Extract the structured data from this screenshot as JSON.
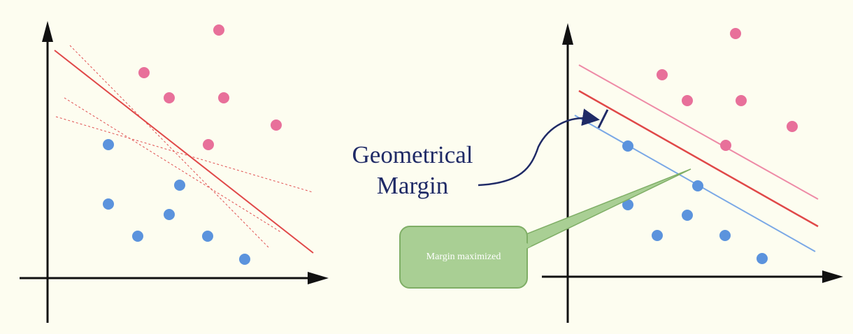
{
  "annotation": {
    "title_line1": "Geometrical",
    "title_line2": "Margin",
    "callout_text": "Margin maximized"
  },
  "colors": {
    "background": "#fdfdf0",
    "axis": "#111111",
    "positive_point": "#e8709a",
    "negative_point": "#5b93dd",
    "decision_line": "#e04848",
    "positive_margin_line": "#ee8aa6",
    "negative_margin_line": "#7aa8e6",
    "annotation_text": "#1f2a66",
    "callout_fill": "#a9cf94",
    "callout_stroke": "#7fae66"
  },
  "left_panel": {
    "positive_points": [
      [
        313,
        43
      ],
      [
        206,
        104
      ],
      [
        242,
        140
      ],
      [
        320,
        140
      ],
      [
        395,
        179
      ],
      [
        298,
        207
      ]
    ],
    "negative_points": [
      [
        155,
        207
      ],
      [
        257,
        265
      ],
      [
        155,
        292
      ],
      [
        242,
        307
      ],
      [
        197,
        338
      ],
      [
        297,
        338
      ],
      [
        350,
        371
      ]
    ]
  },
  "right_panel": {
    "positive_points": [
      [
        1052,
        48
      ],
      [
        947,
        107
      ],
      [
        983,
        144
      ],
      [
        1060,
        144
      ],
      [
        1133,
        181
      ],
      [
        1038,
        208
      ]
    ],
    "negative_points": [
      [
        898,
        209
      ],
      [
        998,
        266
      ],
      [
        898,
        293
      ],
      [
        983,
        308
      ],
      [
        940,
        337
      ],
      [
        1037,
        337
      ],
      [
        1090,
        370
      ]
    ]
  }
}
